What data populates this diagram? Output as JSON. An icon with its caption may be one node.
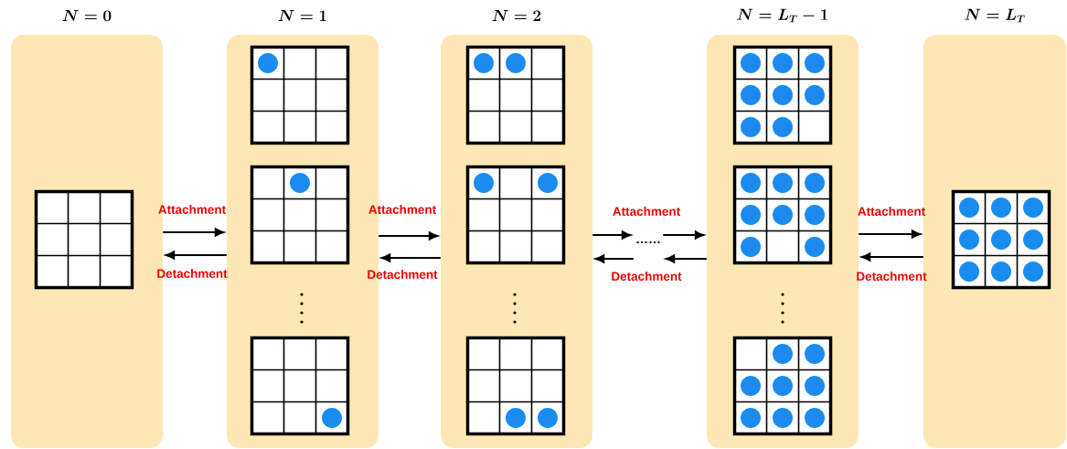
{
  "diagram": {
    "nodes": [
      {
        "text": [
          "N = 0"
        ]
      },
      {
        "text": [],
        "shape": "grid",
        "in": 0
      },
      {
        "text": [
          "N = 1"
        ]
      },
      {
        "text": [],
        "shape": "grid",
        "in": 2
      },
      {
        "text": [],
        "shape": "grid",
        "in": 2
      },
      {
        "text": [],
        "shape": "grid",
        "in": 2
      },
      {
        "text": [
          "N = 2"
        ]
      },
      {
        "text": [],
        "shape": "grid",
        "in": 6
      },
      {
        "text": [],
        "shape": "grid",
        "in": 6
      },
      {
        "text": [],
        "shape": "grid",
        "in": 6
      },
      {
        "text": [
          "……"
        ]
      },
      {
        "text": [
          "N = L_T - 1"
        ]
      },
      {
        "text": [],
        "shape": "grid",
        "in": 11
      },
      {
        "text": [],
        "shape": "grid",
        "in": 11
      },
      {
        "text": [],
        "shape": "grid",
        "in": 11
      },
      {
        "text": [
          "N = L_T"
        ]
      },
      {
        "text": [],
        "shape": "grid",
        "in": 15
      }
    ],
    "edges": [
      {
        "from": 0,
        "to": 2,
        "arrow": "to",
        "label": "Attachment"
      },
      {
        "from": 2,
        "to": 0,
        "arrow": "to",
        "label": "Detachment"
      },
      {
        "from": 2,
        "to": 6,
        "arrow": "to",
        "label": "Attachment"
      },
      {
        "from": 6,
        "to": 2,
        "arrow": "to",
        "label": "Detachment"
      },
      {
        "from": 6,
        "to": 10,
        "arrow": "to",
        "label": "Attachment"
      },
      {
        "from": 10,
        "to": 11,
        "arrow": "to"
      },
      {
        "from": 11,
        "to": 10,
        "arrow": "to"
      },
      {
        "from": 10,
        "to": 6,
        "arrow": "to",
        "label": "Detachment"
      },
      {
        "from": 11,
        "to": 15,
        "arrow": "to",
        "label": "Attachment"
      },
      {
        "from": 15,
        "to": 11,
        "arrow": "to",
        "label": "Detachment"
      }
    ]
  }
}
